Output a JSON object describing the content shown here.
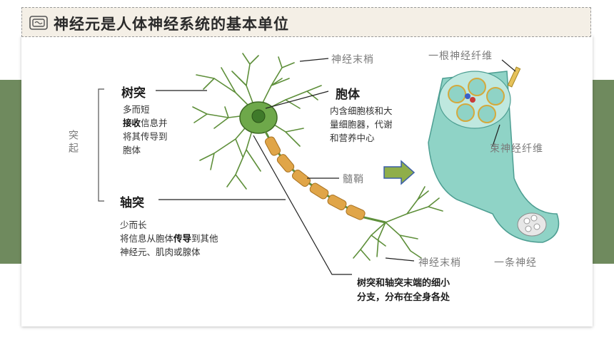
{
  "title": "神经元是人体神经系统的基本单位",
  "labels": {
    "tuqi": "突起",
    "shutu": "树突",
    "shutu_desc_1": "多而短",
    "shutu_desc_2a": "接收",
    "shutu_desc_2b": "信息并",
    "shutu_desc_3": "将其传导到",
    "shutu_desc_4": "胞体",
    "zhoutu": "轴突",
    "zhoutu_desc_1": "少而长",
    "zhoutu_desc_2a": "将信息从胞体",
    "zhoutu_desc_2b": "传导",
    "zhoutu_desc_2c": "到其他",
    "zhoutu_desc_3": "神经元、肌肉或腺体",
    "baoti": "胞体",
    "baoti_desc_1": "内含细胞核和大",
    "baoti_desc_2": "量细胞器，代谢",
    "baoti_desc_3": "和营养中心",
    "nerve_ending_top": "神经末梢",
    "myelin": "髓鞘",
    "nerve_ending_bottom": "神经末梢",
    "ending_desc_1": "树突和轴突末端的细小",
    "ending_desc_2": "分支，分布在全身各处",
    "one_fiber": "一根神经纤维",
    "fiber_bundle": "束神经纤维",
    "one_nerve": "一条神经"
  },
  "colors": {
    "band": "#6f8a5e",
    "title_bg": "#f4efe6",
    "neuron": "#5e8f3a",
    "myelin": "#e0a548",
    "nerve": "#8fd3c6"
  }
}
